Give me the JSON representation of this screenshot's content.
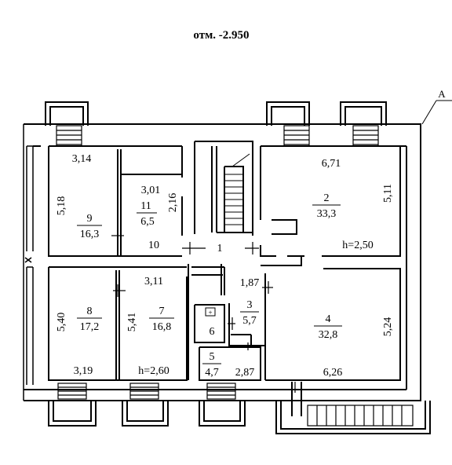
{
  "title": "отм. -2.950",
  "axis_label": "А",
  "rooms": {
    "r1": {
      "number": "1"
    },
    "r2": {
      "number": "2",
      "area": "33,3",
      "width": "6,71",
      "depth": "5,11",
      "height": "h=2,50"
    },
    "r3": {
      "number": "3",
      "area": "5,7",
      "width": "1,87"
    },
    "r4": {
      "number": "4",
      "area": "32,8",
      "width": "6,26",
      "depth": "5,24"
    },
    "r5": {
      "number": "5",
      "area": "4,7",
      "width": "2,87"
    },
    "r6": {
      "number": "6"
    },
    "r7": {
      "number": "7",
      "area": "16,8",
      "width": "3,11",
      "depth": "5,41",
      "height": "h=2,60"
    },
    "r8": {
      "number": "8",
      "area": "17,2",
      "width": "3,19",
      "depth": "5,40"
    },
    "r9": {
      "number": "9",
      "area": "16,3",
      "width": "3,14",
      "depth": "5,18"
    },
    "r10": {
      "number": "10"
    },
    "r11": {
      "number": "11",
      "area": "6,5",
      "width": "3,01",
      "depth": "2,16"
    }
  }
}
